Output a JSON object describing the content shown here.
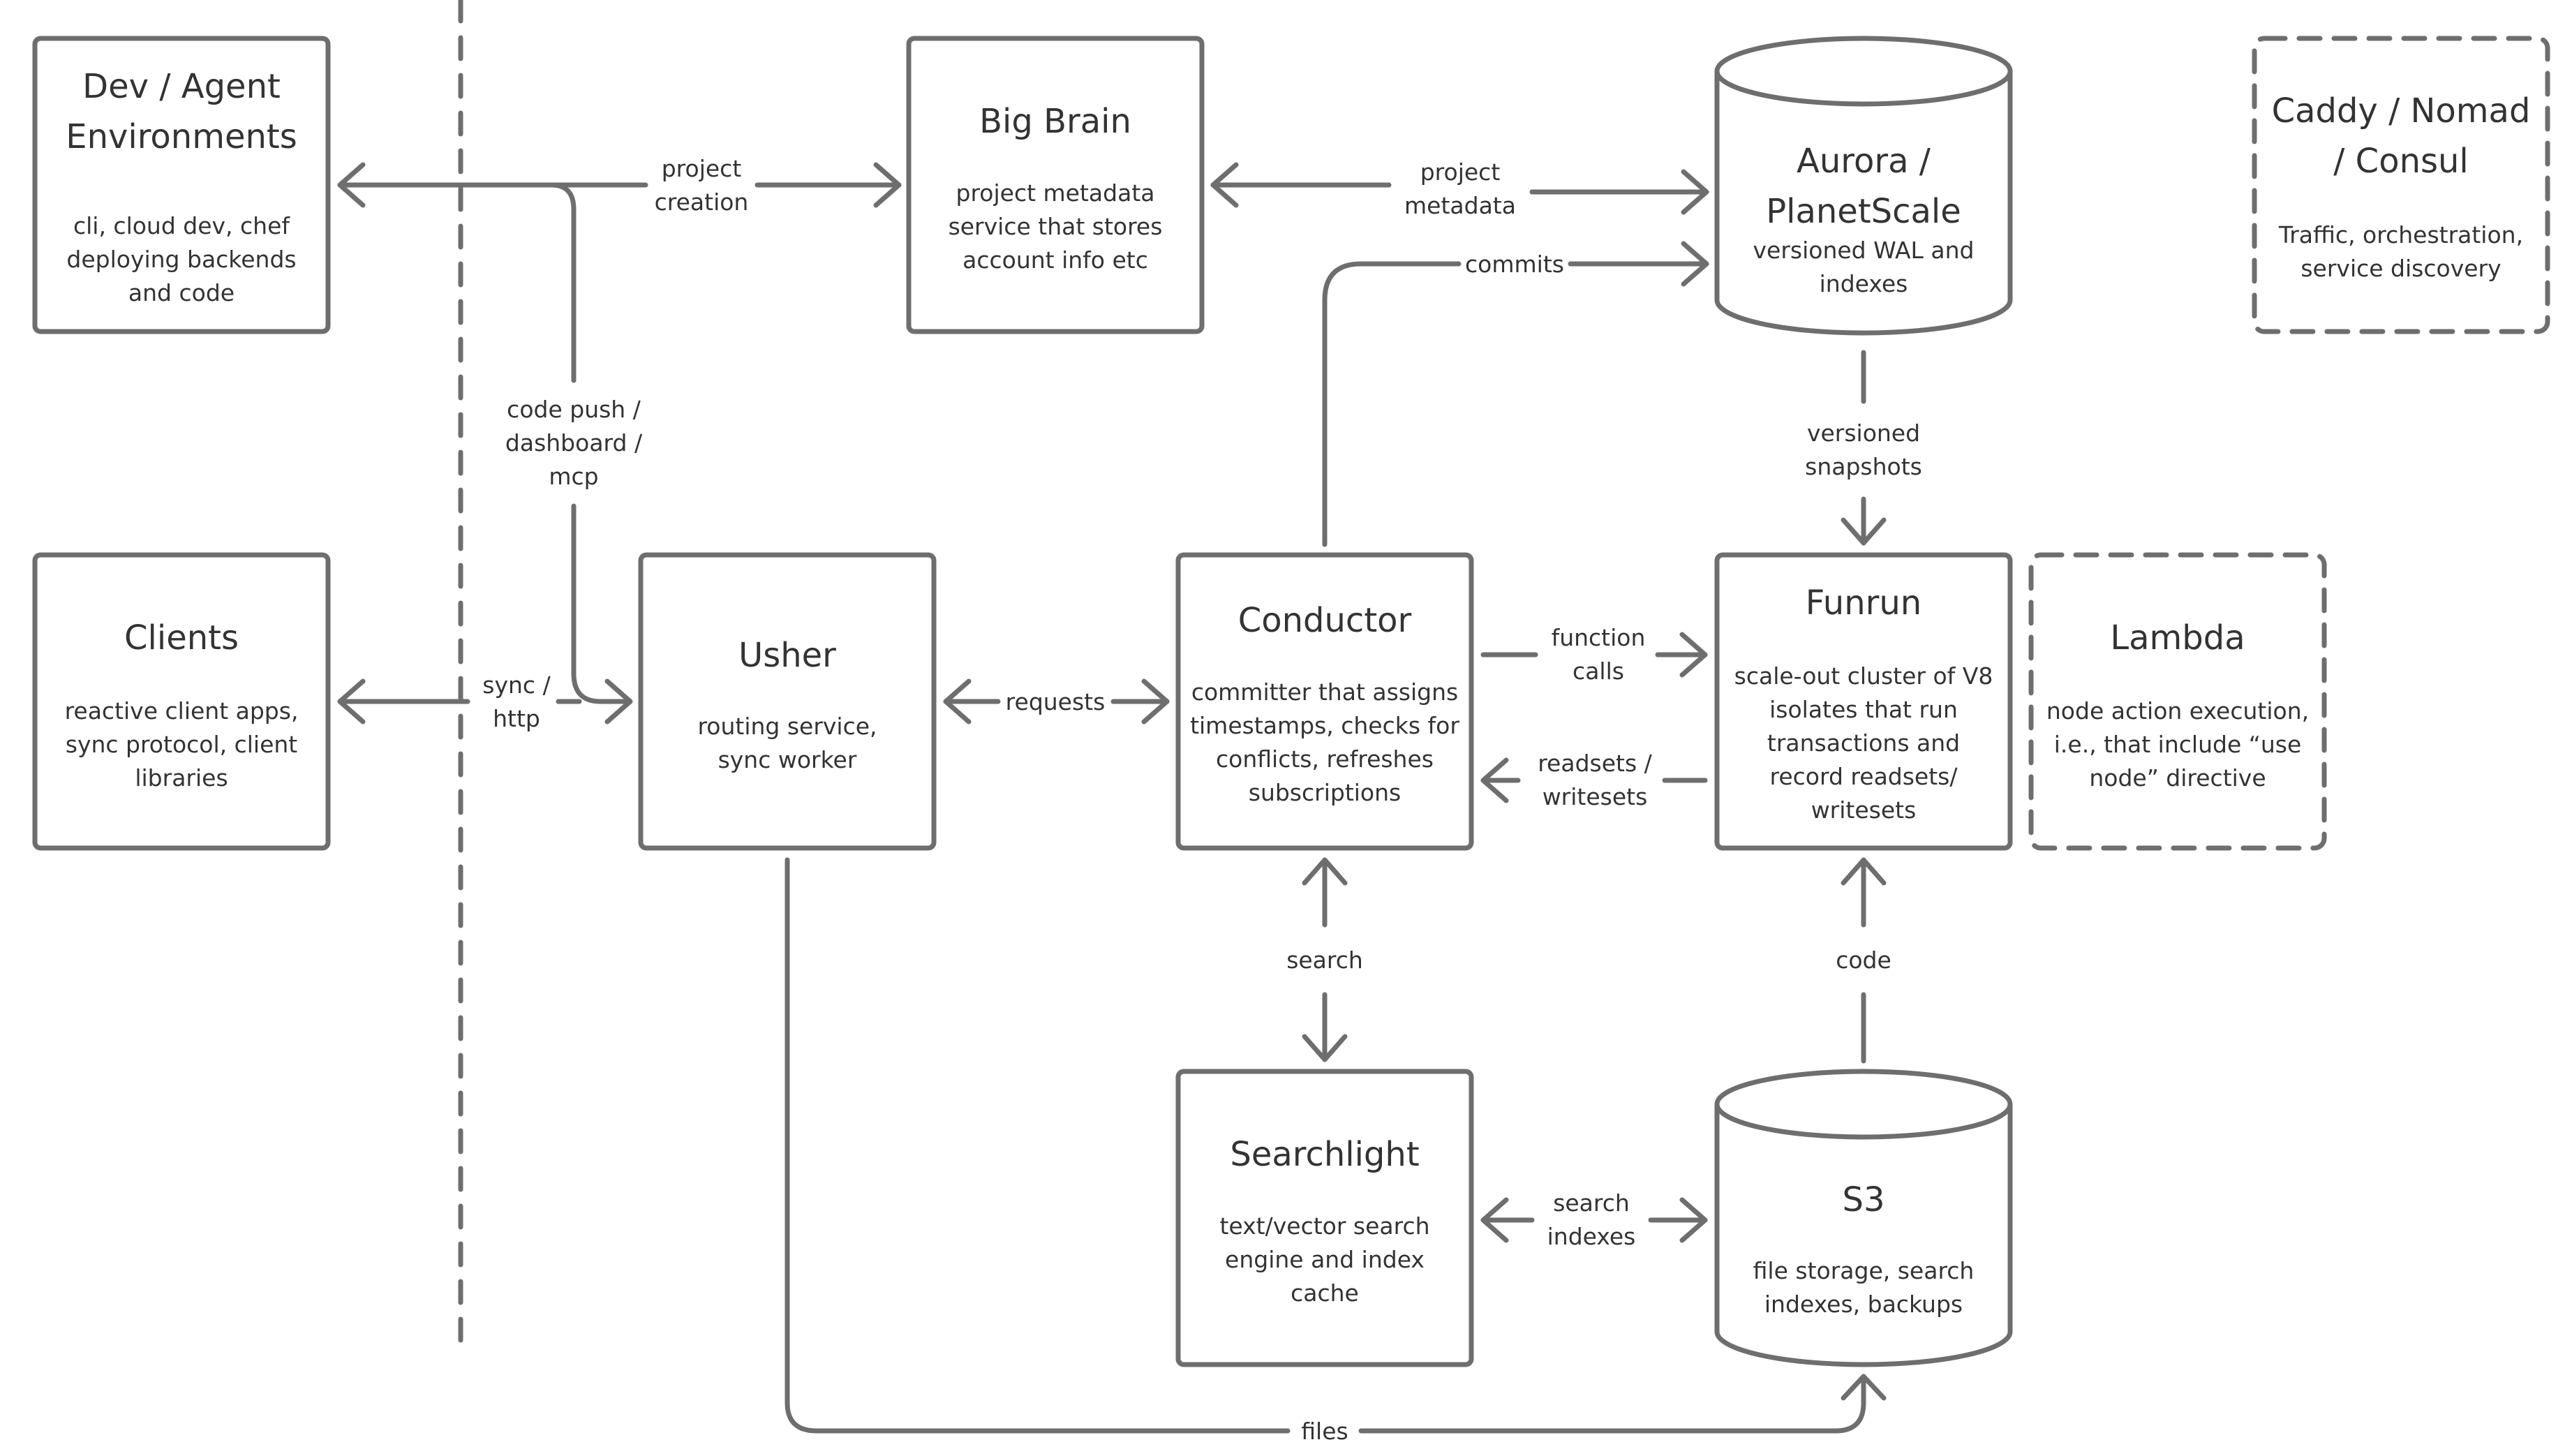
{
  "colors": {
    "stroke": "#6e6e6e",
    "text": "#333333",
    "background": "#ffffff"
  },
  "nodes": {
    "dev": {
      "title": [
        "Dev / Agent",
        "Environments"
      ],
      "desc": [
        "cli, cloud dev, chef",
        "deploying backends",
        "and code"
      ]
    },
    "bigbrain": {
      "title": [
        "Big Brain"
      ],
      "desc": [
        "project metadata",
        "service that stores",
        "account info etc"
      ]
    },
    "aurora": {
      "title": [
        "Aurora /",
        "PlanetScale"
      ],
      "desc": [
        "versioned WAL and",
        "indexes"
      ]
    },
    "caddy": {
      "title": [
        "Caddy / Nomad",
        "/ Consul"
      ],
      "desc": [
        "Traffic, orchestration,",
        "service discovery"
      ]
    },
    "clients": {
      "title": [
        "Clients"
      ],
      "desc": [
        "reactive client apps,",
        "sync protocol, client",
        "libraries"
      ]
    },
    "usher": {
      "title": [
        "Usher"
      ],
      "desc": [
        "routing service,",
        "sync worker"
      ]
    },
    "conductor": {
      "title": [
        "Conductor"
      ],
      "desc": [
        "committer that assigns",
        "timestamps, checks for",
        "conflicts, refreshes",
        "subscriptions"
      ]
    },
    "funrun": {
      "title": [
        "Funrun"
      ],
      "desc": [
        "scale-out cluster of V8",
        "isolates that run",
        "transactions and",
        "record readsets/",
        "writesets"
      ]
    },
    "lambda": {
      "title": [
        "Lambda"
      ],
      "desc": [
        "node action execution,",
        "i.e., that include “use",
        "node” directive"
      ]
    },
    "searchlight": {
      "title": [
        "Searchlight"
      ],
      "desc": [
        "text/vector search",
        "engine and index",
        "cache"
      ]
    },
    "s3": {
      "title": [
        "S3"
      ],
      "desc": [
        "file storage, search",
        "indexes, backups"
      ]
    }
  },
  "edges": {
    "project_creation": [
      "project",
      "creation"
    ],
    "project_metadata": [
      "project",
      "metadata"
    ],
    "commits": [
      "commits"
    ],
    "code_push": [
      "code push /",
      "dashboard /",
      "mcp"
    ],
    "sync_http": [
      "sync /",
      "http"
    ],
    "requests": [
      "requests"
    ],
    "versioned_snapshots": [
      "versioned",
      "snapshots"
    ],
    "function_calls": [
      "function",
      "calls"
    ],
    "readsets_writesets": [
      "readsets /",
      "writesets"
    ],
    "search": [
      "search"
    ],
    "code": [
      "code"
    ],
    "search_indexes": [
      "search",
      "indexes"
    ],
    "files": [
      "files"
    ]
  }
}
